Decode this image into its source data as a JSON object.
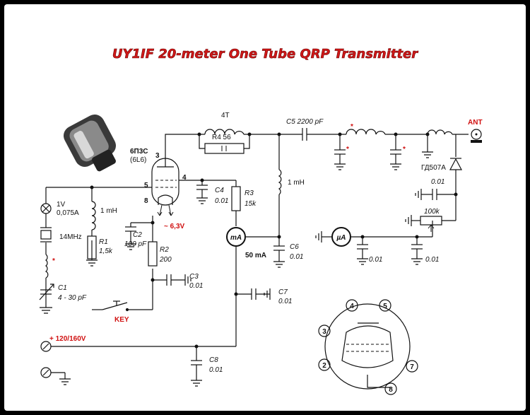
{
  "title": "UY1IF 20-meter One Tube QRP Transmitter",
  "tube": {
    "name": "6П3С",
    "alt": "(6L6)",
    "pin3": "3",
    "pin4": "4",
    "pin5": "5",
    "pin8": "8",
    "heater_voltage": "~ 6,3V"
  },
  "lamp": {
    "voltage": "1V",
    "current": "0,075A"
  },
  "crystal": "14MHz",
  "star": "*",
  "components": {
    "L_grid": "1 mH",
    "R1_name": "R1",
    "R1_val": "1,5k",
    "C1_name": "C1",
    "C1_val": "4 - 30 pF",
    "C2_name": "C2",
    "C2_val": "100 pF",
    "R2_name": "R2",
    "R2_val": "200",
    "C3_name": "C3",
    "C3_val": "0.01",
    "C4_name": "C4",
    "C4_val": "0.01",
    "R3_name": "R3",
    "R3_val": "15k",
    "L_par": "4T",
    "R4_label": "R4 56",
    "C5_label": "C5 2200 pF",
    "L_plate": "1 mH",
    "mA_symbol": "mA",
    "mA_range": "50 mA",
    "C6_name": "C6",
    "C6_val": "0.01",
    "C7_name": "C7",
    "C7_val": "0.01",
    "C8_name": "C8",
    "C8_val": "0.01",
    "key": "KEY",
    "supply": "+ 120/160V",
    "antenna": "ANT",
    "diode": "ГД507А",
    "c_diode": "0.01",
    "pot": "100k",
    "uA_symbol": "µA",
    "c_meter1": "0.01",
    "c_meter2": "0.01"
  },
  "pinout": {
    "p2": "2",
    "p3": "3",
    "p4": "4",
    "p5": "5",
    "p7": "7",
    "p8": "8"
  },
  "colors": {
    "accent": "#d01010",
    "wire": "#111111",
    "frame": "#000000",
    "background": "#ffffff"
  }
}
